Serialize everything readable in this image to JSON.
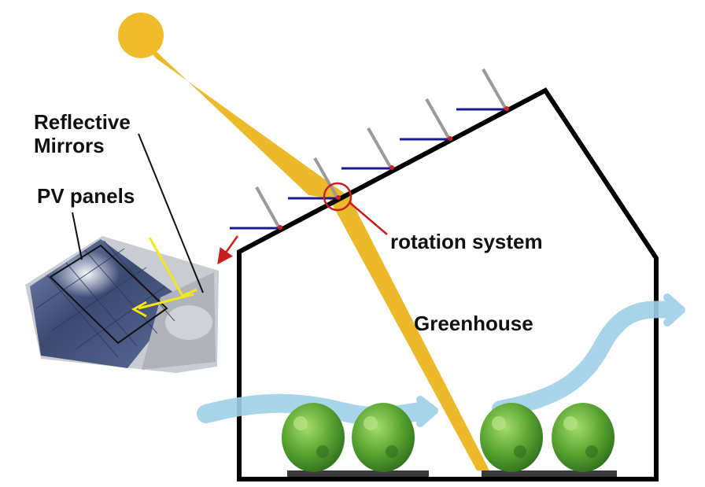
{
  "labels": {
    "reflective_mirrors_line1": "Reflective",
    "reflective_mirrors_line2": "Mirrors",
    "pv_panels": "PV panels",
    "rotation_system": "rotation system",
    "greenhouse": "Greenhouse"
  },
  "colors": {
    "sun": "#f0bc2c",
    "beam": "#ebb92a",
    "mirror_bar": "#1a1a8c",
    "mirror_plate": "#9a9a9a",
    "pivot": "#d42020",
    "structure": "#000000",
    "airflow": "#9fd0e8",
    "plant": "#4e9a2e",
    "pv_panel": "#4c5c86",
    "highlight": "#f5e61a"
  },
  "icons": {
    "sun": "sun-icon",
    "plant": "plant-icon",
    "airflow": "airflow-arrow-icon"
  }
}
